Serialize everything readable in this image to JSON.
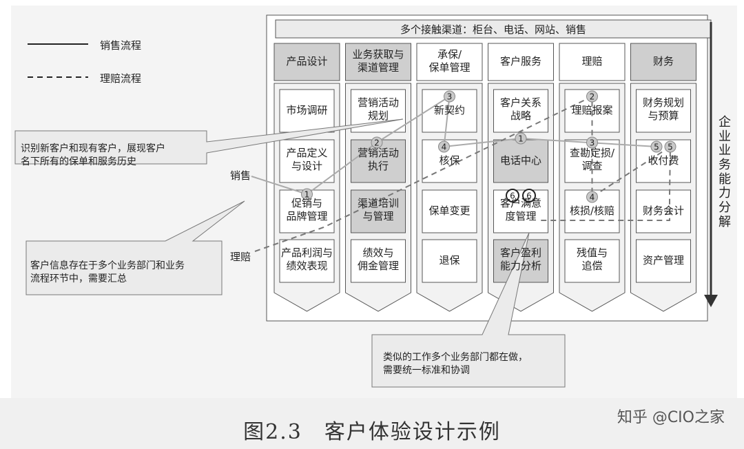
{
  "legend": {
    "sales_flow": "销售流程",
    "claim_flow": "理赔流程"
  },
  "channels_bar": "多个接触渠道：柜台、电话、网站、销售",
  "columns": [
    {
      "header": "产品设计",
      "header_shaded": true,
      "cells": [
        "市场调研",
        "产品定义\n与设计",
        "促销与\n品牌管理",
        "产品利润与\n绩效表现"
      ]
    },
    {
      "header": "业务获取与\n渠道管理",
      "header_shaded": true,
      "cells": [
        "营销活动\n规划",
        "营销活动\n执行",
        "渠道培训\n与管理",
        "绩效与\n佣金管理"
      ]
    },
    {
      "header": "承保/\n保单管理",
      "header_shaded": false,
      "cells": [
        "新契约",
        "核保",
        "保单变更",
        "退保"
      ]
    },
    {
      "header": "客户服务",
      "header_shaded": false,
      "cells": [
        "客户关系\n战略",
        "电话中心",
        "客户满意\n度管理",
        "客户盈利\n能力分析"
      ]
    },
    {
      "header": "理赔",
      "header_shaded": false,
      "cells": [
        "理赔报案",
        "查勘定损/\n调查",
        "核损/核赔",
        "残值与\n追偿"
      ]
    },
    {
      "header": "财务",
      "header_shaded": true,
      "cells": [
        "财务规划\n与预算",
        "收付费",
        "财务会计",
        "资产管理"
      ]
    }
  ],
  "shaded_cells": [
    "1-1",
    "1-2",
    "3-1",
    "3-3"
  ],
  "markers": [
    {
      "label": "1",
      "col": 0,
      "row": 2
    },
    {
      "label": "2",
      "col": 1,
      "row": 1
    },
    {
      "label": "3",
      "col": 2,
      "row": 0
    },
    {
      "label": "4",
      "col": 2,
      "row": 1
    },
    {
      "label": "1",
      "col": 3,
      "row": 1
    },
    {
      "label": "6",
      "col": 3,
      "row": 2,
      "ringed": true
    },
    {
      "label": "6",
      "col": 3,
      "row": 2,
      "ringed": true
    },
    {
      "label": "2",
      "col": 4,
      "row": 0
    },
    {
      "label": "3",
      "col": 4,
      "row": 1
    },
    {
      "label": "4",
      "col": 4,
      "row": 2
    },
    {
      "label": "5",
      "col": 5,
      "row": 1
    },
    {
      "label": "5",
      "col": 5,
      "row": 1
    }
  ],
  "side_labels": {
    "sales": "销售",
    "claims": "理赔"
  },
  "vertical_label": "企业业务能力分解",
  "callouts": [
    {
      "text": "识别新客户和现有客户，展现客户\n名下所有的保单和服务历史"
    },
    {
      "text": "客户信息存在于多个业务部门和业务\n流程环节中，需要汇总"
    },
    {
      "text": "类似的工作多个业务部门都在做，\n需要统一标准和协调"
    }
  ],
  "caption": "图2.3　客户体验设计示例",
  "watermark": "知乎 @CIO之家",
  "colors": {
    "shaded": "#cfcfcf",
    "stroke": "#555555",
    "cell_fill": "#ffffff",
    "arrow": "#333333"
  }
}
